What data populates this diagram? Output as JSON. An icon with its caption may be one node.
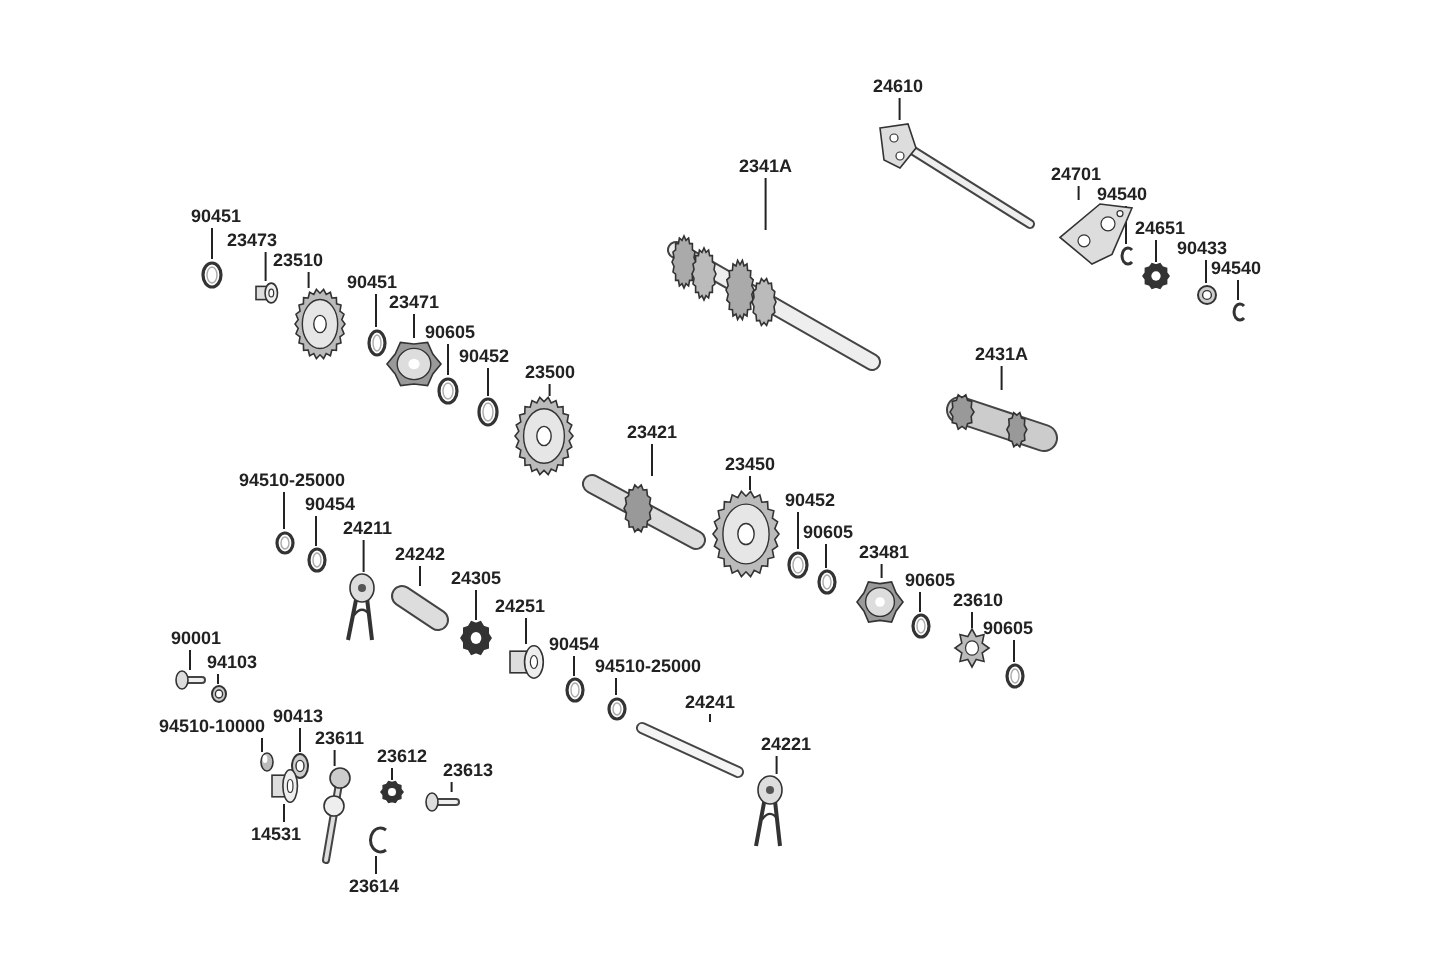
{
  "diagram": {
    "nodes": [
      {
        "text": [
          "24610"
        ]
      },
      {
        "text": [],
        "shape": "picture"
      },
      {
        "text": [
          "24701"
        ]
      },
      {
        "text": [],
        "shape": "picture"
      },
      {
        "text": [
          "94540"
        ]
      },
      {
        "text": [],
        "shape": "picture"
      },
      {
        "text": [
          "24651"
        ]
      },
      {
        "text": [],
        "shape": "picture"
      },
      {
        "text": [
          "90433"
        ]
      },
      {
        "text": [],
        "shape": "picture"
      },
      {
        "text": [
          "94540"
        ]
      },
      {
        "text": [],
        "shape": "picture"
      },
      {
        "text": [
          "2341A"
        ]
      },
      {
        "text": [],
        "shape": "picture"
      },
      {
        "text": [
          "2431A"
        ]
      },
      {
        "text": [],
        "shape": "picture"
      },
      {
        "text": [
          "90451"
        ]
      },
      {
        "text": [],
        "shape": "picture"
      },
      {
        "text": [
          "23473"
        ]
      },
      {
        "text": [],
        "shape": "picture"
      },
      {
        "text": [
          "23510"
        ]
      },
      {
        "text": [],
        "shape": "picture"
      },
      {
        "text": [
          "90451"
        ]
      },
      {
        "text": [],
        "shape": "picture"
      },
      {
        "text": [
          "23471"
        ]
      },
      {
        "text": [],
        "shape": "picture"
      },
      {
        "text": [
          "90605"
        ]
      },
      {
        "text": [],
        "shape": "picture"
      },
      {
        "text": [
          "90452"
        ]
      },
      {
        "text": [],
        "shape": "picture"
      },
      {
        "text": [
          "23500"
        ]
      },
      {
        "text": [],
        "shape": "picture"
      },
      {
        "text": [
          "23421"
        ]
      },
      {
        "text": [],
        "shape": "picture"
      },
      {
        "text": [
          "23450"
        ]
      },
      {
        "text": [],
        "shape": "picture"
      },
      {
        "text": [
          "90452"
        ]
      },
      {
        "text": [],
        "shape": "picture"
      },
      {
        "text": [
          "90605"
        ]
      },
      {
        "text": [],
        "shape": "picture"
      },
      {
        "text": [
          "23481"
        ]
      },
      {
        "text": [],
        "shape": "picture"
      },
      {
        "text": [
          "90605"
        ]
      },
      {
        "text": [],
        "shape": "picture"
      },
      {
        "text": [
          "23610"
        ]
      },
      {
        "text": [],
        "shape": "picture"
      },
      {
        "text": [
          "90605"
        ]
      },
      {
        "text": [],
        "shape": "picture"
      },
      {
        "text": [
          "94510-25000"
        ]
      },
      {
        "text": [],
        "shape": "picture"
      },
      {
        "text": [
          "90454"
        ]
      },
      {
        "text": [],
        "shape": "picture"
      },
      {
        "text": [
          "24211"
        ]
      },
      {
        "text": [],
        "shape": "picture"
      },
      {
        "text": [
          "24242"
        ]
      },
      {
        "text": [],
        "shape": "picture"
      },
      {
        "text": [
          "24305"
        ]
      },
      {
        "text": [],
        "shape": "picture"
      },
      {
        "text": [
          "24251"
        ]
      },
      {
        "text": [],
        "shape": "picture"
      },
      {
        "text": [
          "90454"
        ]
      },
      {
        "text": [],
        "shape": "picture"
      },
      {
        "text": [
          "94510-25000"
        ]
      },
      {
        "text": [],
        "shape": "picture"
      },
      {
        "text": [
          "24241"
        ]
      },
      {
        "text": [],
        "shape": "picture"
      },
      {
        "text": [
          "24221"
        ]
      },
      {
        "text": [],
        "shape": "picture"
      },
      {
        "text": [
          "90001"
        ]
      },
      {
        "text": [],
        "shape": "picture"
      },
      {
        "text": [
          "94103"
        ]
      },
      {
        "text": [],
        "shape": "picture"
      },
      {
        "text": [
          "94510-10000"
        ]
      },
      {
        "text": [],
        "shape": "picture"
      },
      {
        "text": [
          "90413"
        ]
      },
      {
        "text": [],
        "shape": "picture"
      },
      {
        "text": [
          "23611"
        ]
      },
      {
        "text": [],
        "shape": "picture"
      },
      {
        "text": [
          "23612"
        ]
      },
      {
        "text": [],
        "shape": "picture"
      },
      {
        "text": [
          "23613"
        ]
      },
      {
        "text": [],
        "shape": "picture"
      },
      {
        "text": [
          "14531"
        ]
      },
      {
        "text": [],
        "shape": "picture"
      },
      {
        "text": [
          "23614"
        ]
      },
      {
        "text": [],
        "shape": "picture"
      }
    ],
    "edges": [
      {
        "from": 0,
        "to": 1,
        "arrow": "none"
      },
      {
        "from": 2,
        "to": 3,
        "arrow": "none"
      },
      {
        "from": 4,
        "to": 5,
        "arrow": "none"
      },
      {
        "from": 6,
        "to": 7,
        "arrow": "none"
      },
      {
        "from": 8,
        "to": 9,
        "arrow": "none"
      },
      {
        "from": 10,
        "to": 11,
        "arrow": "none"
      },
      {
        "from": 12,
        "to": 13,
        "arrow": "none"
      },
      {
        "from": 14,
        "to": 15,
        "arrow": "none"
      },
      {
        "from": 16,
        "to": 17,
        "arrow": "none"
      },
      {
        "from": 18,
        "to": 19,
        "arrow": "none"
      },
      {
        "from": 20,
        "to": 21,
        "arrow": "none"
      },
      {
        "from": 22,
        "to": 23,
        "arrow": "none"
      },
      {
        "from": 24,
        "to": 25,
        "arrow": "none"
      },
      {
        "from": 26,
        "to": 27,
        "arrow": "none"
      },
      {
        "from": 28,
        "to": 29,
        "arrow": "none"
      },
      {
        "from": 30,
        "to": 31,
        "arrow": "none"
      },
      {
        "from": 32,
        "to": 33,
        "arrow": "none"
      },
      {
        "from": 34,
        "to": 35,
        "arrow": "none"
      },
      {
        "from": 36,
        "to": 37,
        "arrow": "none"
      },
      {
        "from": 38,
        "to": 39,
        "arrow": "none"
      },
      {
        "from": 40,
        "to": 41,
        "arrow": "none"
      },
      {
        "from": 42,
        "to": 43,
        "arrow": "none"
      },
      {
        "from": 44,
        "to": 45,
        "arrow": "none"
      },
      {
        "from": 46,
        "to": 47,
        "arrow": "none"
      },
      {
        "from": 48,
        "to": 49,
        "arrow": "none"
      },
      {
        "from": 50,
        "to": 51,
        "arrow": "none"
      },
      {
        "from": 52,
        "to": 53,
        "arrow": "none"
      },
      {
        "from": 54,
        "to": 55,
        "arrow": "none"
      },
      {
        "from": 56,
        "to": 57,
        "arrow": "none"
      },
      {
        "from": 58,
        "to": 59,
        "arrow": "none"
      },
      {
        "from": 60,
        "to": 61,
        "arrow": "none"
      },
      {
        "from": 62,
        "to": 63,
        "arrow": "none"
      },
      {
        "from": 64,
        "to": 65,
        "arrow": "none"
      },
      {
        "from": 66,
        "to": 67,
        "arrow": "none"
      },
      {
        "from": 68,
        "to": 69,
        "arrow": "none"
      },
      {
        "from": 70,
        "to": 71,
        "arrow": "none"
      },
      {
        "from": 72,
        "to": 73,
        "arrow": "none"
      },
      {
        "from": 74,
        "to": 75,
        "arrow": "none"
      },
      {
        "from": 76,
        "to": 77,
        "arrow": "none"
      },
      {
        "from": 78,
        "to": 79,
        "arrow": "none"
      },
      {
        "from": 80,
        "to": 81,
        "arrow": "none"
      },
      {
        "from": 82,
        "to": 83,
        "arrow": "none"
      },
      {
        "from": 84,
        "to": 85,
        "arrow": "none"
      }
    ]
  }
}
